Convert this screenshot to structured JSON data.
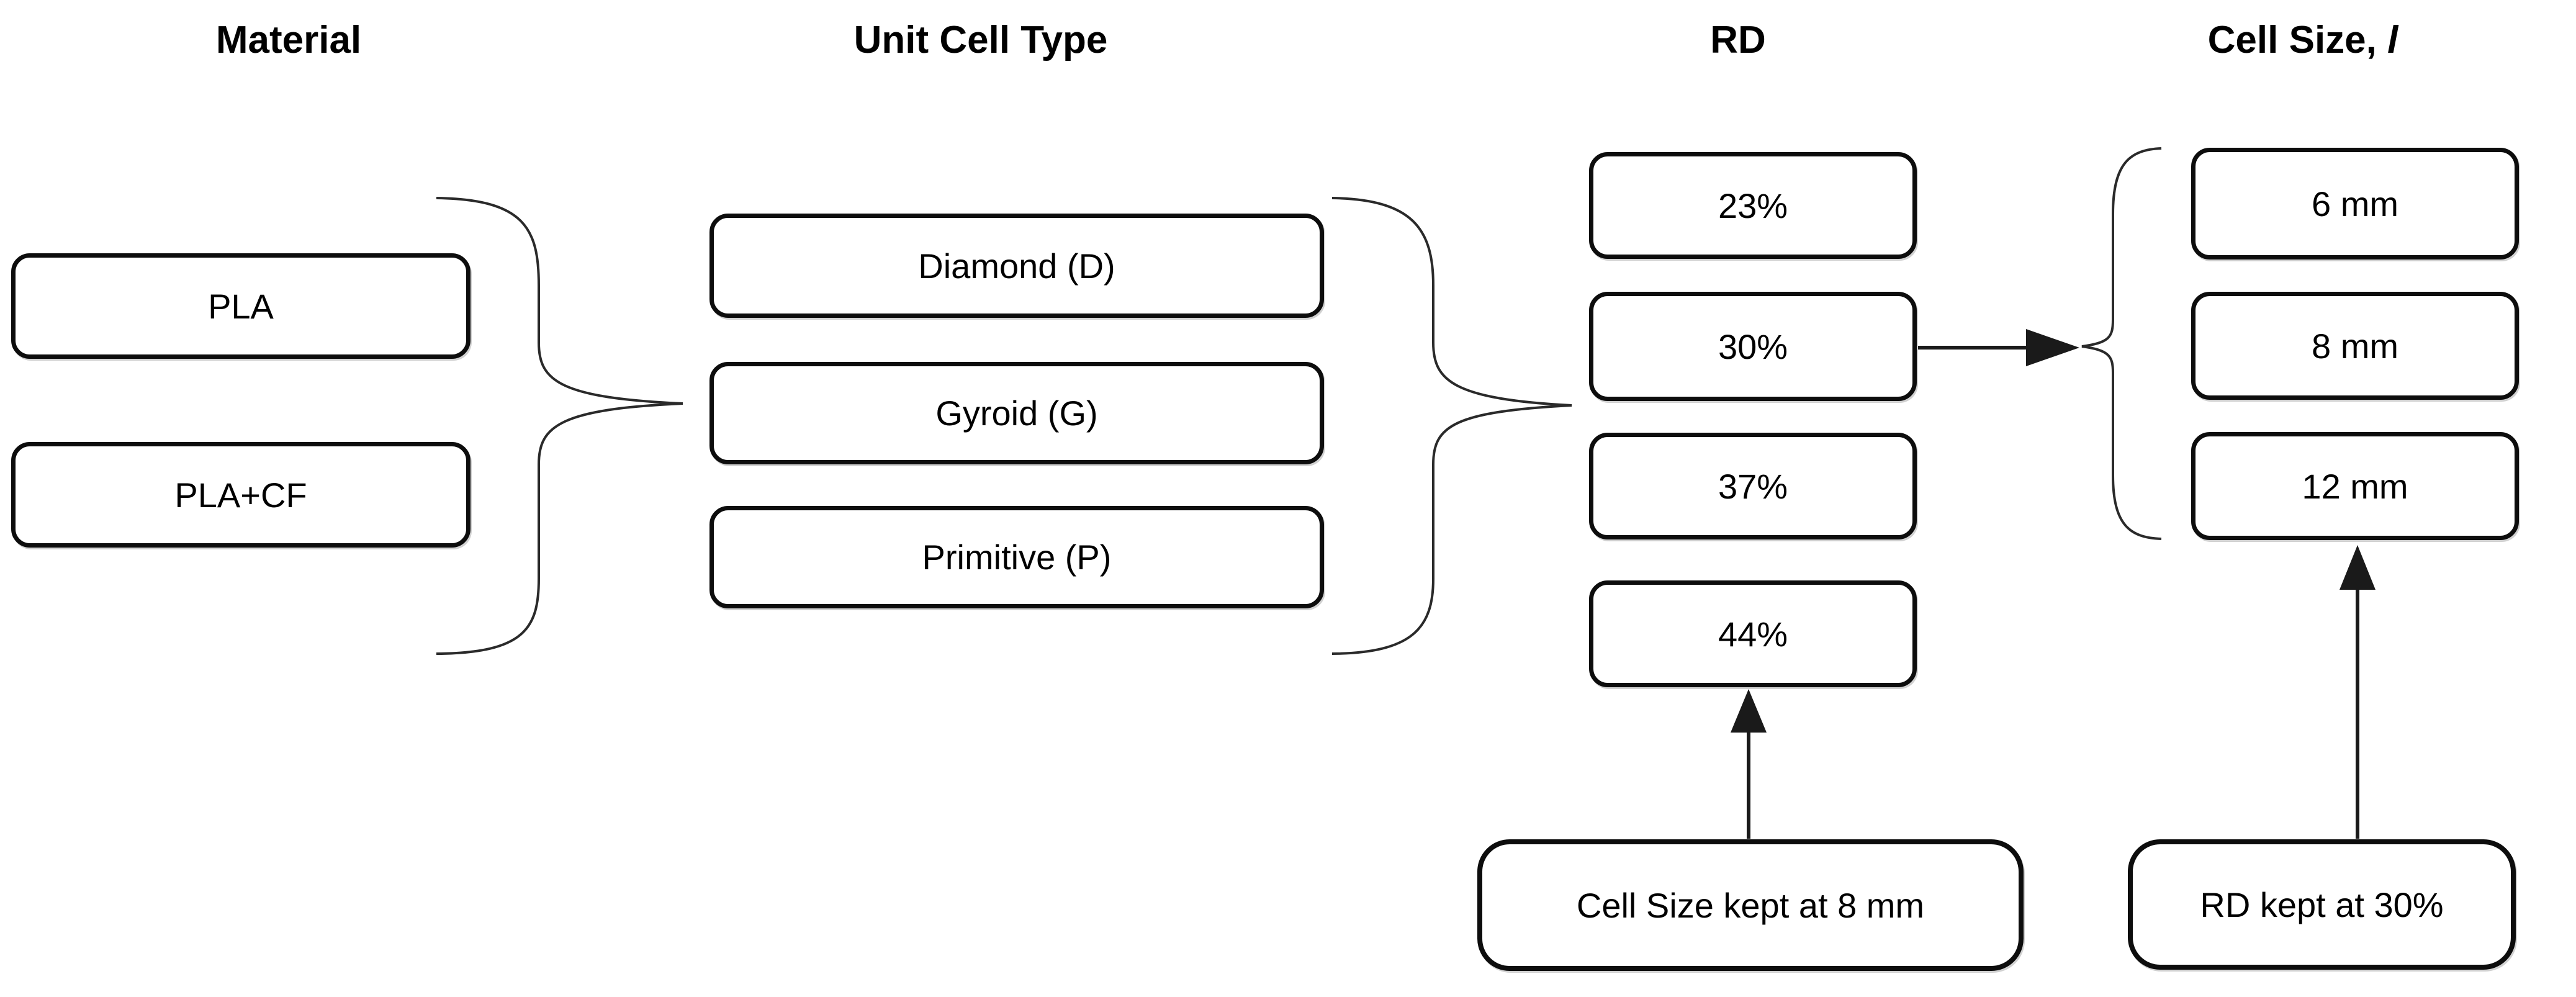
{
  "diagram": {
    "headers": {
      "material": "Material",
      "unit_cell_type": "Unit Cell Type",
      "rd": "RD",
      "cell_size_prefix": "Cell Size, ",
      "cell_size_symbol": "l"
    },
    "material_options": [
      "PLA",
      "PLA+CF"
    ],
    "unit_cell_options": [
      "Diamond (D)",
      "Gyroid (G)",
      "Primitive (P)"
    ],
    "rd_options": [
      "23%",
      "30%",
      "37%",
      "44%"
    ],
    "cell_size_options": [
      "6 mm",
      "8 mm",
      "12 mm"
    ],
    "annotations": {
      "note_under_rd": "Cell Size kept at 8 mm",
      "note_under_cell_size": "RD kept at 30%"
    },
    "colors": {
      "line": "#1a1a1a",
      "box_border": "#0d0d0d",
      "background": "#ffffff"
    }
  }
}
